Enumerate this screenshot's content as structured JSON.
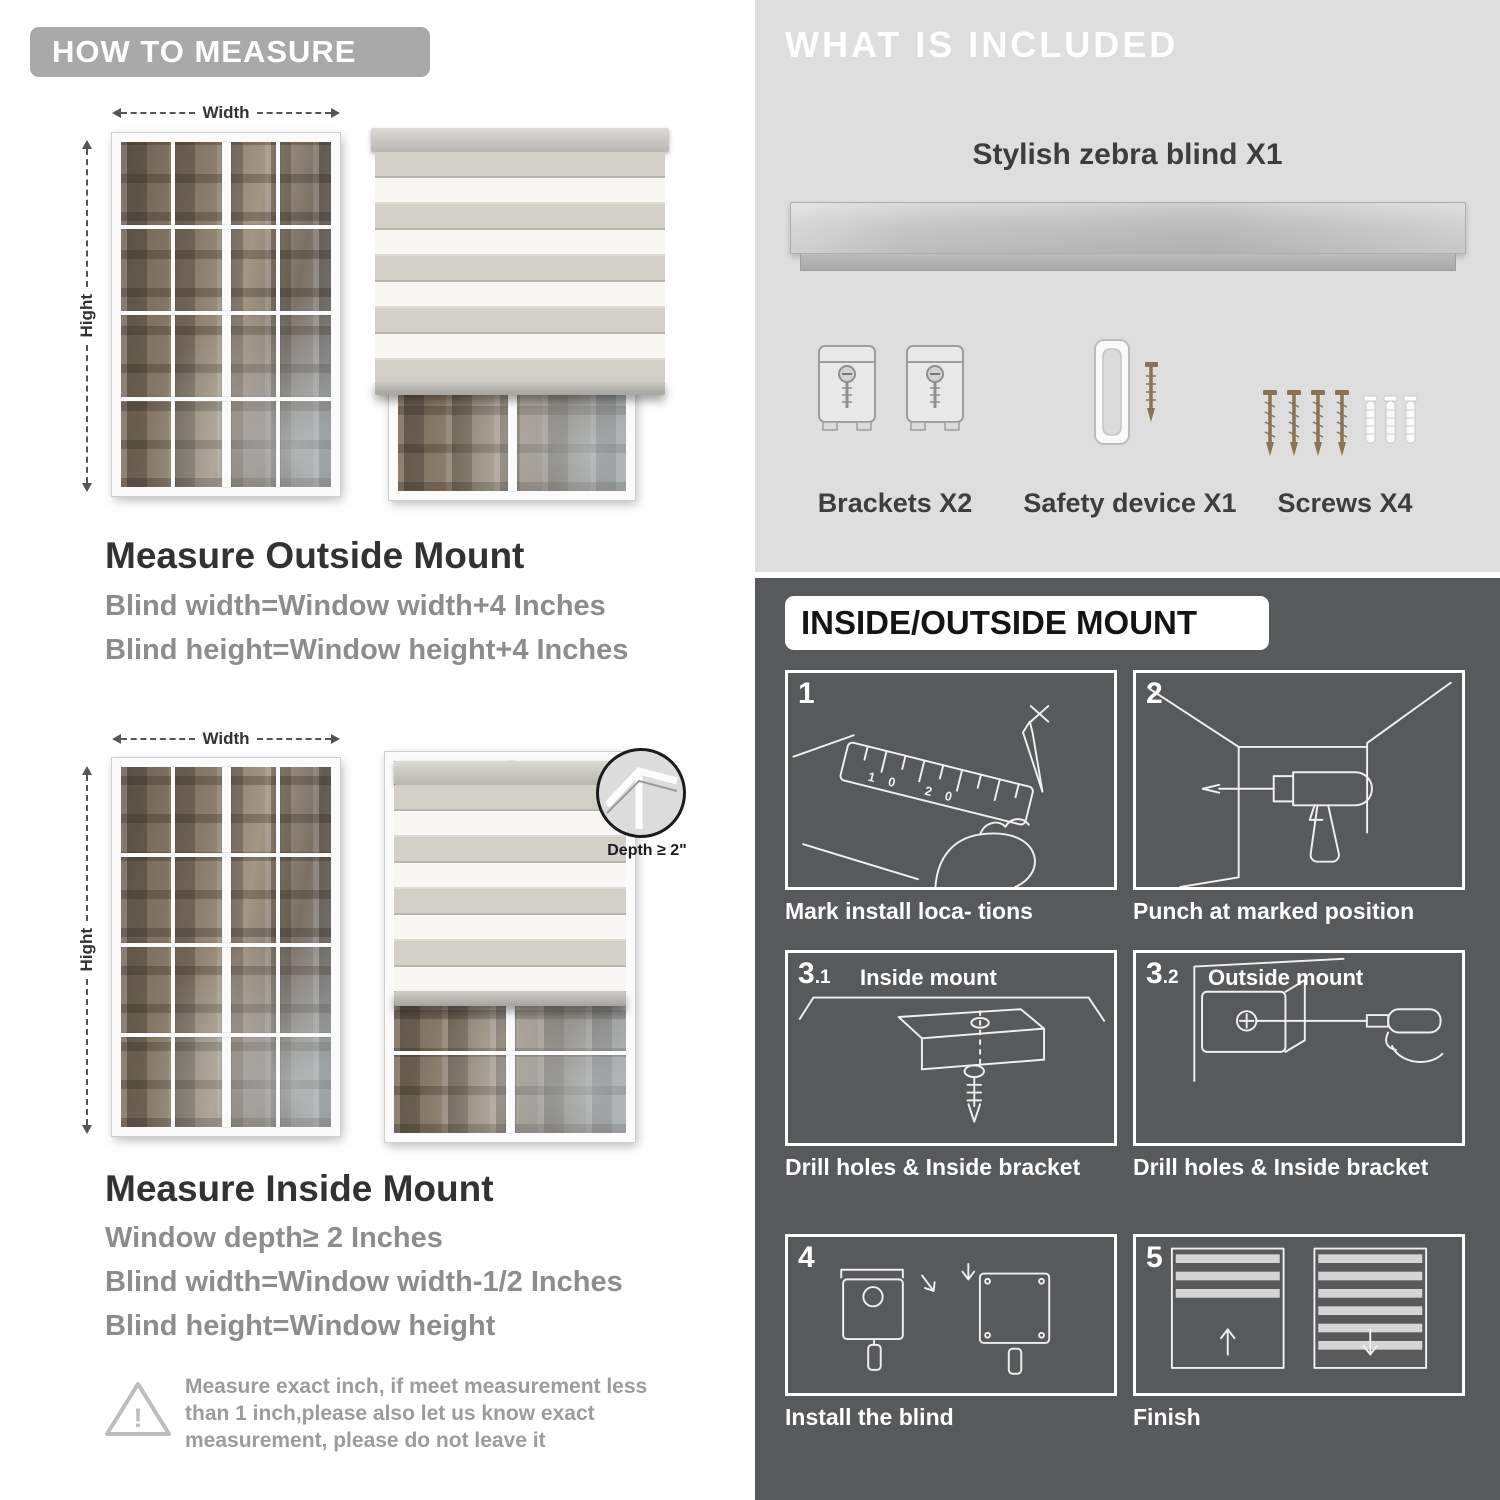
{
  "left": {
    "title": "HOW TO MEASURE",
    "outside": {
      "width_label": "Width",
      "height_label": "Hight",
      "heading": "Measure Outside Mount",
      "rule1": "Blind width=Window width+4 Inches",
      "rule2": "Blind height=Window height+4 Inches"
    },
    "inside": {
      "width_label": "Width",
      "height_label": "Hight",
      "depth_callout": "Depth ≥ 2\"",
      "heading": "Measure Inside Mount",
      "rule1": "Window depth≥ 2 Inches",
      "rule2": "Blind width=Window width-1/2 Inches",
      "rule3": "Blind height=Window height"
    },
    "warning_mark": "!",
    "note": "Measure exact inch, if meet measurement less than 1 inch,please also let us know exact measurement, please do not leave it"
  },
  "included": {
    "title": "WHAT IS INCLUDED",
    "product_label": "Stylish zebra blind X1",
    "items": [
      {
        "label": "Brackets X2"
      },
      {
        "label": "Safety device X1"
      },
      {
        "label": "Screws X4"
      }
    ]
  },
  "mount": {
    "title": "INSIDE/OUTSIDE MOUNT",
    "steps": [
      {
        "num": "1",
        "sub": "",
        "label": "",
        "caption": "Mark install loca- tions",
        "ruler_text": "10  20"
      },
      {
        "num": "2",
        "sub": "",
        "label": "",
        "caption": "Punch at marked position"
      },
      {
        "num": "3",
        "sub": ".1",
        "label": "Inside mount",
        "caption": "Drill holes & Inside bracket"
      },
      {
        "num": "3",
        "sub": ".2",
        "label": "Outside mount",
        "caption": "Drill holes & Inside bracket"
      },
      {
        "num": "4",
        "sub": "",
        "label": "",
        "caption": "Install the blind"
      },
      {
        "num": "5",
        "sub": "",
        "label": "",
        "caption": "Finish"
      }
    ]
  },
  "colors": {
    "pill_gray": "#a9a9a9",
    "light_panel": "#dedede",
    "dark_panel": "#58595b",
    "heading_text": "#323232",
    "rule_text": "#8d8d8d"
  }
}
